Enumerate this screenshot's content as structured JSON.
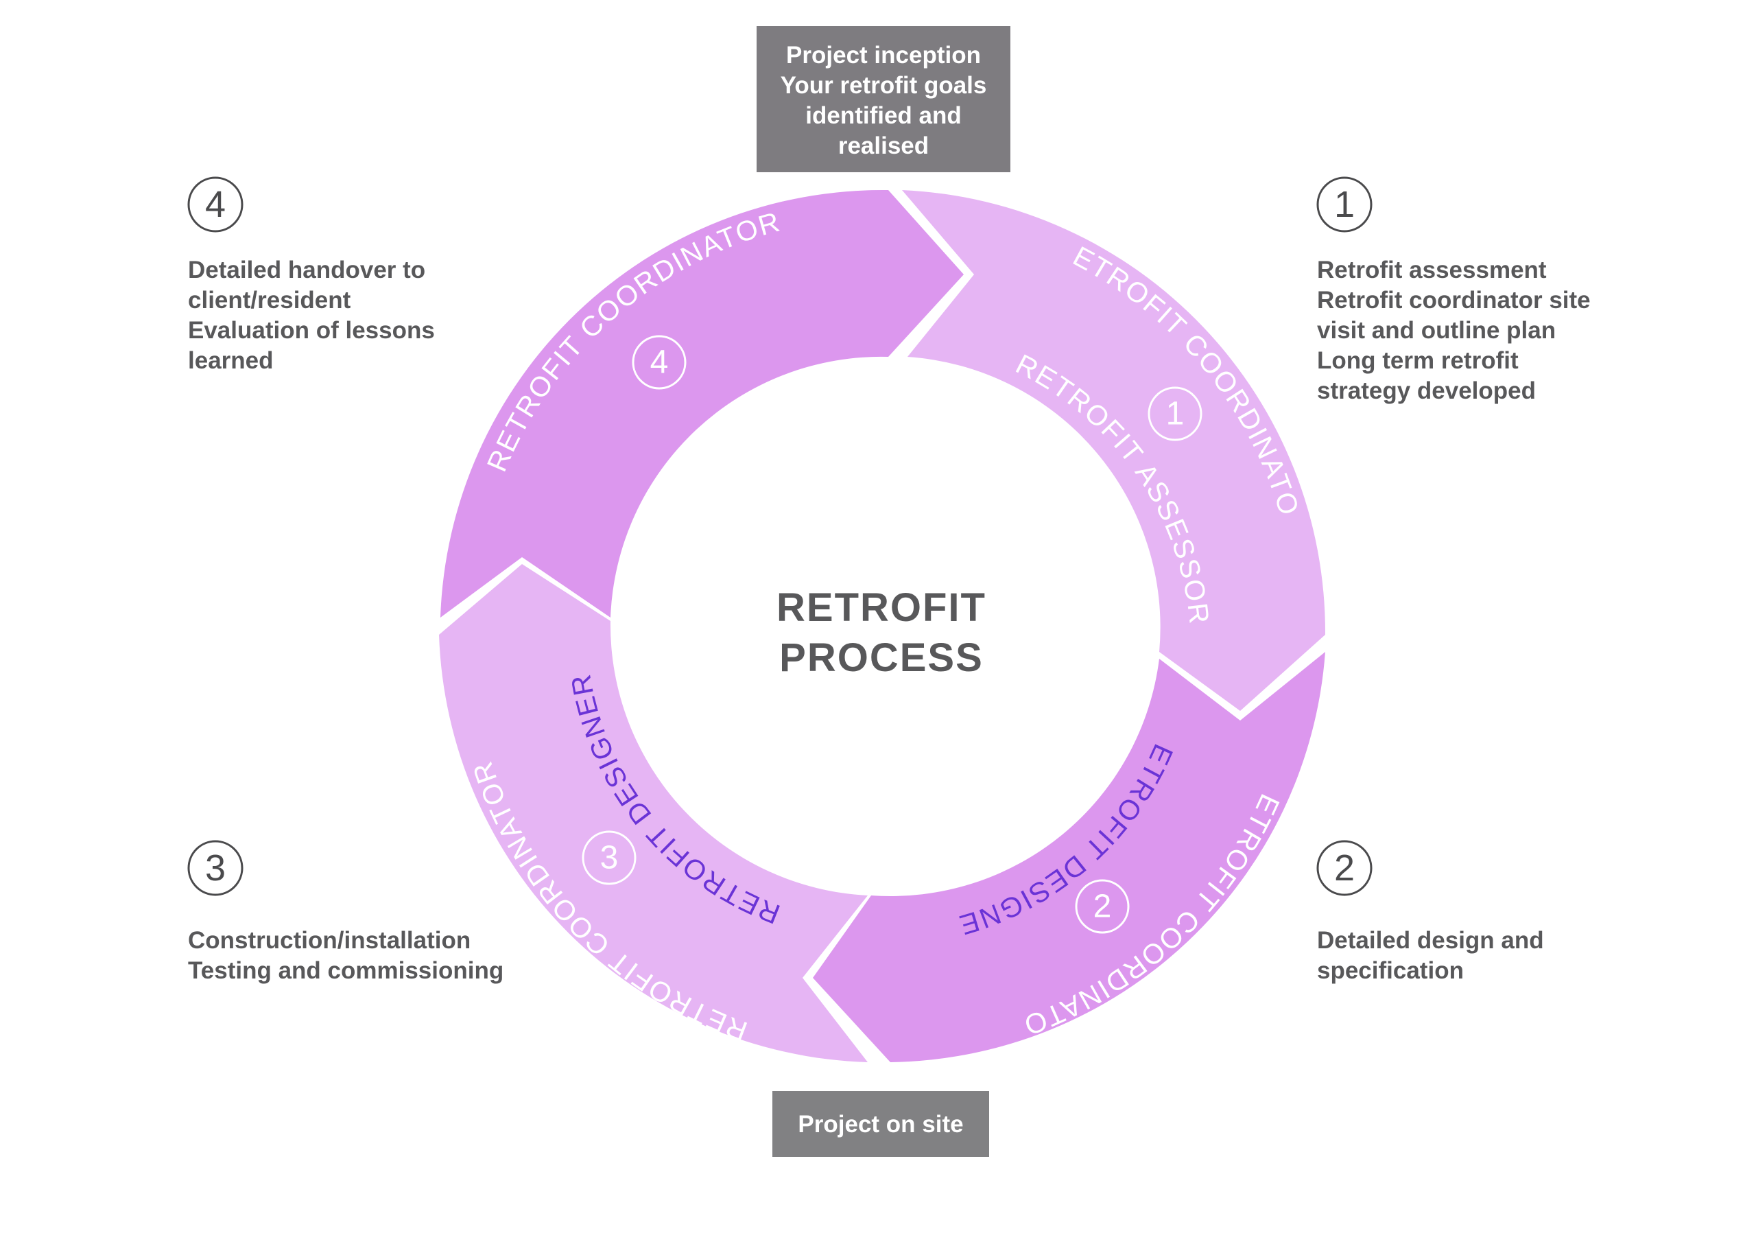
{
  "center": {
    "line1": "RETROFIT",
    "line2": "PROCESS"
  },
  "top_box": {
    "lines": [
      "Project inception",
      "Your retrofit goals",
      "identified and",
      "realised"
    ]
  },
  "bottom_box": {
    "label": "Project on site"
  },
  "segments": {
    "s1": {
      "number": "1",
      "outer_role": "RETROFIT COORDINATOR",
      "inner_role": "RETROFIT ASSESSOR"
    },
    "s2": {
      "number": "2",
      "outer_role": "RETROFIT COORDINATOR",
      "inner_role": "RETROFIT DESIGNER"
    },
    "s3": {
      "number": "3",
      "outer_role": "RETROFIT COORDINATOR",
      "inner_role": "RETROFIT DESIGNER"
    },
    "s4": {
      "number": "4",
      "outer_role": "RETROFIT COORDINATOR"
    }
  },
  "steps": {
    "step1": {
      "number": "1",
      "lines": [
        "Retrofit assessment",
        "Retrofit coordinator site",
        "visit and outline plan",
        "Long term retrofit",
        "strategy developed"
      ]
    },
    "step2": {
      "number": "2",
      "lines": [
        "Detailed design and",
        "specification"
      ]
    },
    "step3": {
      "number": "3",
      "lines": [
        "Construction/installation",
        "Testing and commissioning"
      ]
    },
    "step4": {
      "number": "4",
      "lines": [
        "Detailed handover to",
        "client/resident",
        "Evaluation of lessons",
        "learned"
      ]
    }
  },
  "colors": {
    "segment_dark": "#dc97ee",
    "segment_light": "#e6b5f4",
    "designer_text": "#6a33d6",
    "box_dark": "#7e7c80",
    "box_mid": "#818183",
    "text_grey": "#58585a"
  }
}
